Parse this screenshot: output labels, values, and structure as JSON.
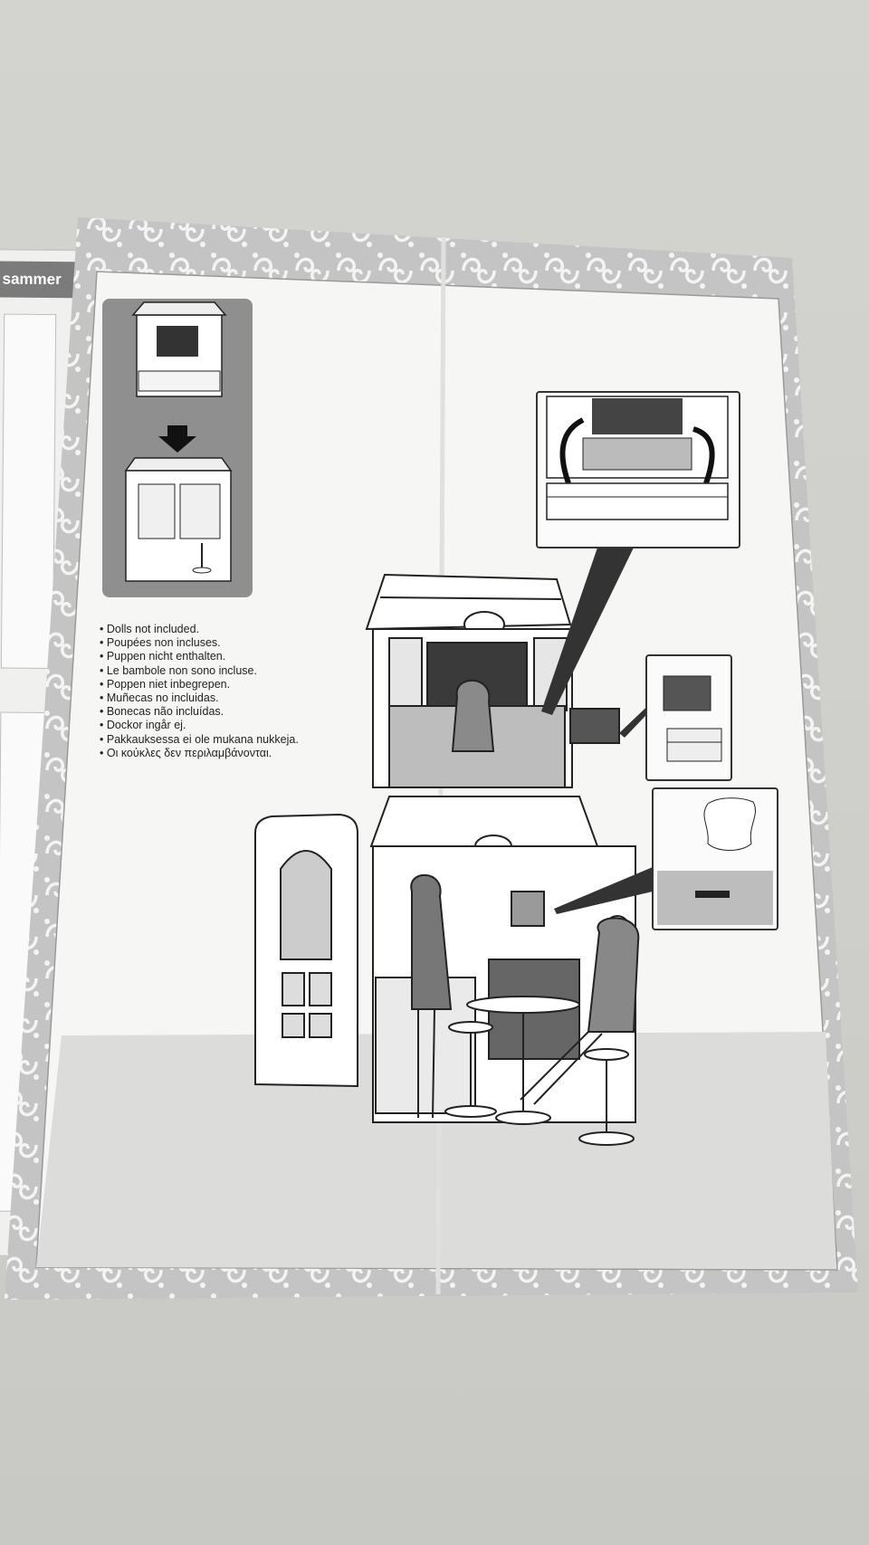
{
  "scene": {
    "description_free": true,
    "left_sheet_tab": "sammer"
  },
  "notice_lines": [
    "Dolls not included.",
    "Poupées non incluses.",
    "Puppen nicht enthalten.",
    "Le bambole non sono incluse.",
    "Poppen niet inbegrepen.",
    "Muñecas no incluidas.",
    "Bonecas não incluídas.",
    "Dockor ingår ej.",
    "Pakkauksessa ei ole mukana nukkeja.",
    "Οι κούκλες δεν περιλαμβάνονται."
  ],
  "colors": {
    "table": "#cfcfcb",
    "paper": "#f5f5f3",
    "border_pattern": "#bdbdbd",
    "ink": "#2a2a2a",
    "panel_gray": "#8f8f8f"
  }
}
